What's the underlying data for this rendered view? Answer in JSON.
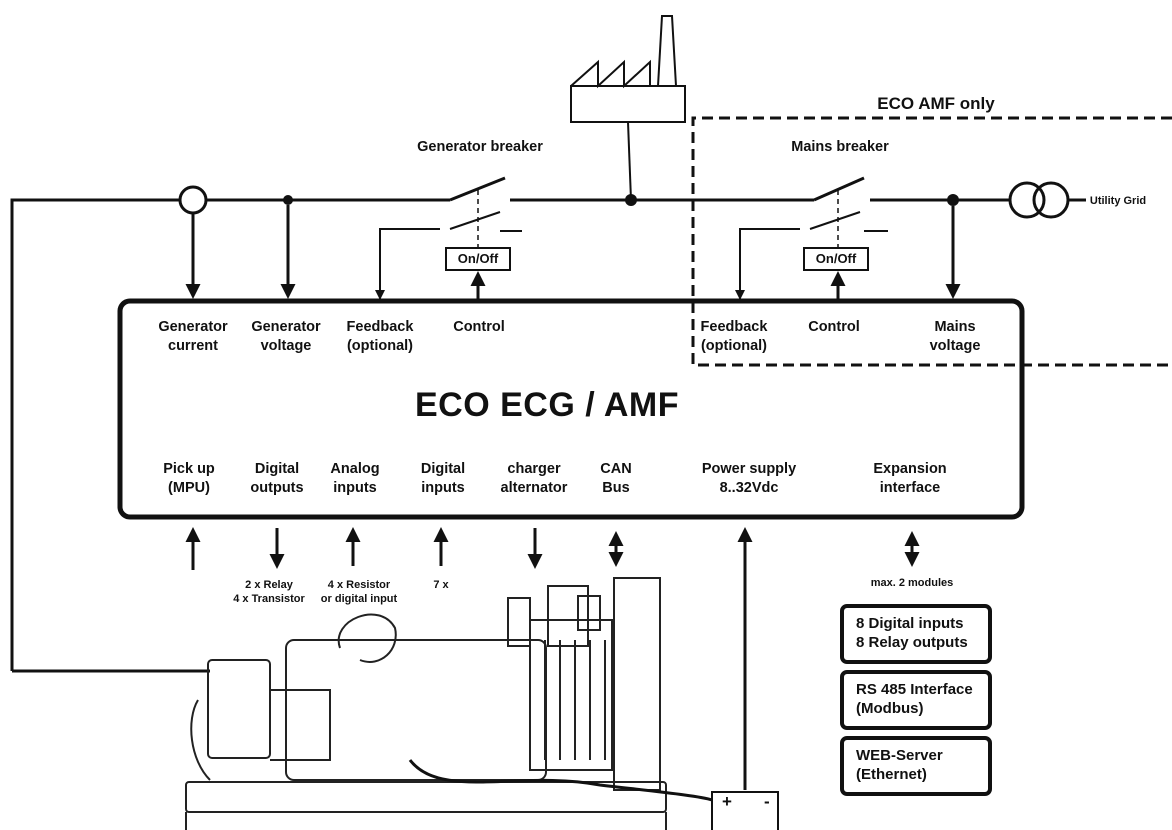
{
  "top_labels": {
    "eco_amf_only": "ECO AMF only",
    "generator_breaker": "Generator breaker",
    "mains_breaker": "Mains breaker",
    "utility_grid": "Utility Grid",
    "on_off_gen": "On/Off",
    "on_off_mains": "On/Off"
  },
  "controller": {
    "title": "ECO ECG / AMF",
    "top_ports": [
      {
        "line1": "Generator",
        "line2": "current"
      },
      {
        "line1": "Generator",
        "line2": "voltage"
      },
      {
        "line1": "Feedback",
        "line2": "(optional)"
      },
      {
        "line1": "Control",
        "line2": ""
      },
      {
        "line1": "Feedback",
        "line2": "(optional)"
      },
      {
        "line1": "Control",
        "line2": ""
      },
      {
        "line1": "Mains",
        "line2": "voltage"
      }
    ],
    "bottom_ports": [
      {
        "line1": "Pick up",
        "line2": "(MPU)"
      },
      {
        "line1": "Digital",
        "line2": "outputs"
      },
      {
        "line1": "Analog",
        "line2": "inputs"
      },
      {
        "line1": "Digital",
        "line2": "inputs"
      },
      {
        "line1": "charger",
        "line2": "alternator"
      },
      {
        "line1": "CAN",
        "line2": "Bus"
      },
      {
        "line1": "Power supply",
        "line2": "8..32Vdc"
      },
      {
        "line1": "Expansion",
        "line2": "interface"
      }
    ]
  },
  "notes": {
    "relay": {
      "line1": "2 x Relay",
      "line2": "4 x Transistor"
    },
    "resistor": {
      "line1": "4 x Resistor",
      "line2": "or digital input"
    },
    "digital_count": "7 x",
    "modules": "max. 2 modules"
  },
  "modules": [
    {
      "line1": "8 Digital inputs",
      "line2": "8 Relay outputs"
    },
    {
      "line1": "RS 485 Interface",
      "line2": "(Modbus)"
    },
    {
      "line1": "WEB-Server",
      "line2": "(Ethernet)"
    }
  ],
  "battery": {
    "plus": "+",
    "minus": "-"
  }
}
